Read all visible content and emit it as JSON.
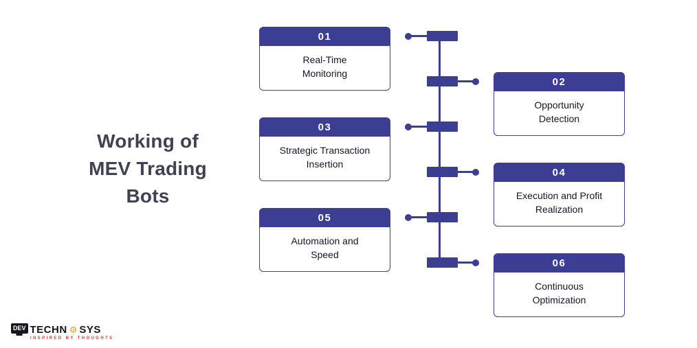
{
  "heading": {
    "lines": [
      "Working of",
      "MEV Trading",
      "Bots"
    ]
  },
  "steps": [
    {
      "number": "01",
      "label": "Real-Time\nMonitoring",
      "side": "left"
    },
    {
      "number": "02",
      "label": "Opportunity\nDetection",
      "side": "right"
    },
    {
      "number": "03",
      "label": "Strategic Transaction\nInsertion",
      "side": "left"
    },
    {
      "number": "04",
      "label": "Execution and Profit\nRealization",
      "side": "right"
    },
    {
      "number": "05",
      "label": "Automation and\nSpeed",
      "side": "left"
    },
    {
      "number": "06",
      "label": "Continuous\nOptimization",
      "side": "right"
    }
  ],
  "colors": {
    "accent": "#3b3e92",
    "heading_text": "#3f4252",
    "card_text": "#14162a",
    "logo_red": "#e23636",
    "logo_orange": "#f5a01b",
    "logo_black": "#16161c"
  },
  "logo": {
    "monitor_text": "DEV",
    "brand_left": "TECHN",
    "gear_icon": "⚙",
    "brand_right": "SYS",
    "tagline": "INSPIRED BY THOUGHTS"
  }
}
